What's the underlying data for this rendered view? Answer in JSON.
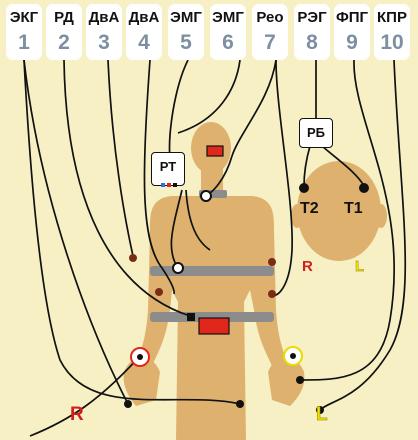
{
  "channels": [
    {
      "label": "ЭКГ",
      "number": "1"
    },
    {
      "label": "РД",
      "number": "2"
    },
    {
      "label": "ДвА",
      "number": "3"
    },
    {
      "label": "ДвА",
      "number": "4"
    },
    {
      "label": "ЭМГ",
      "number": "5"
    },
    {
      "label": "ЭМГ",
      "number": "6"
    },
    {
      "label": "Рео",
      "number": "7"
    },
    {
      "label": "РЭГ",
      "number": "8"
    },
    {
      "label": "ФПГ",
      "number": "9"
    },
    {
      "label": "КПР",
      "number": "10"
    }
  ],
  "body_labels": {
    "pt": "РТ",
    "pb": "РБ",
    "t2": "Т2",
    "t1": "Т1"
  },
  "side_labels": {
    "head_right": "R",
    "head_left": "L",
    "bottom_right": "R",
    "bottom_left": "L"
  },
  "colors": {
    "background": "#f6f0c4",
    "body": "#deb26e",
    "wire": "#111111",
    "channel_number": "#7d8fa1",
    "sensor_red": "#e1261c",
    "right_marker": "#cf1f1f",
    "left_marker": "#f2e200"
  }
}
